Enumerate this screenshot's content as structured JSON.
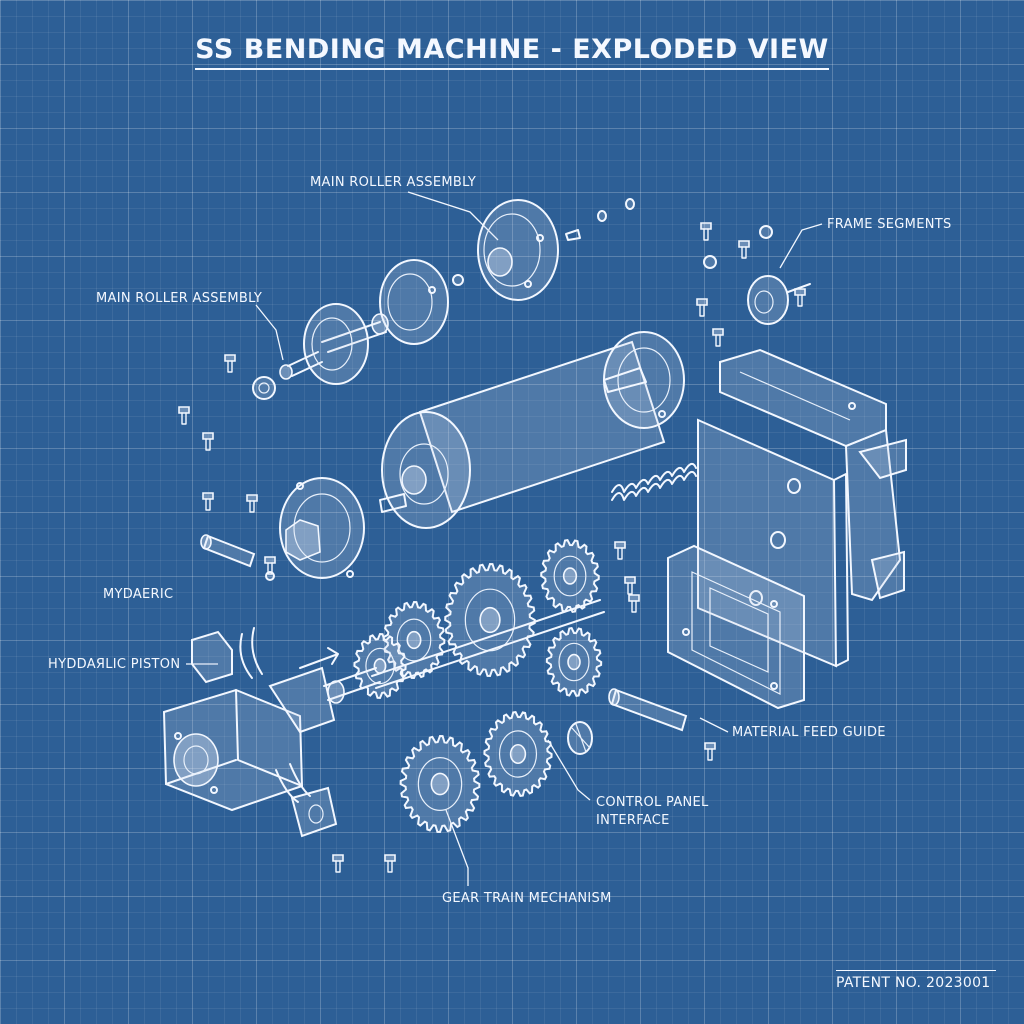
{
  "title": "SS BENDING MACHINE - EXPLODED VIEW",
  "callouts": {
    "main_roller_top": "MAIN ROLLER ASSEMBLY",
    "main_roller_left": "MAIN ROLLER ASSEMBLY",
    "frame_segments": "FRAME SEGMENTS",
    "mydaeric": "MYDAERIC",
    "hydraulic_piston": "HYDDAЯLIC PISTON",
    "material_feed_guide": "MATERIAL FEED GUIDE",
    "control_panel_interface": "CONTROL PANEL\nINTERFACE",
    "gear_train_mechanism": "GEAR TRAIN MECHANISM"
  },
  "patent": "PATENT NO. 2023001",
  "colors": {
    "background": "#2d5f96",
    "line": "#f2f7ff",
    "grid": "#5a86b8"
  }
}
